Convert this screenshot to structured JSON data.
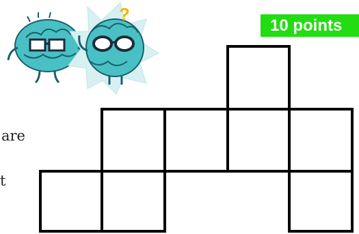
{
  "badge": {
    "points_label": "10 points",
    "color": "#22dd11"
  },
  "body_text": {
    "line1": "are",
    "line2": "t"
  },
  "illustration": {
    "name": "two-brain-characters-with-glasses-and-question-mark"
  },
  "figure": {
    "description_shape": "square-grid-outline",
    "stroke": "#000000"
  }
}
